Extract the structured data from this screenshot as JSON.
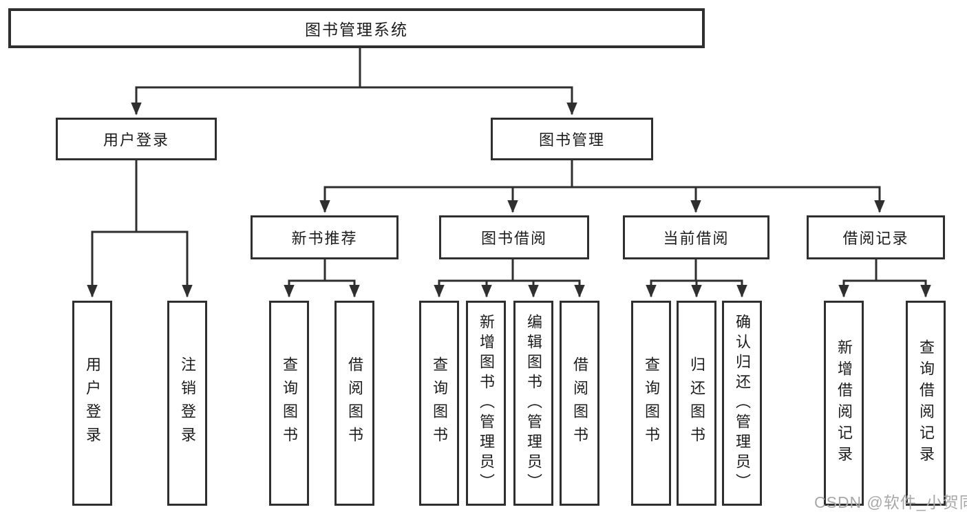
{
  "diagram": {
    "root": {
      "label": "图书管理系统"
    },
    "level2": [
      {
        "label": "用户登录",
        "children": [
          {
            "label": "用户登录"
          },
          {
            "label": "注销登录"
          }
        ]
      },
      {
        "label": "图书管理",
        "children": [
          {
            "label": "新书推荐",
            "children": [
              {
                "label": "查询图书"
              },
              {
                "label": "借阅图书"
              }
            ]
          },
          {
            "label": "图书借阅",
            "children": [
              {
                "label": "查询图书"
              },
              {
                "label": "新增图书（管理员）"
              },
              {
                "label": "编辑图书（管理员）"
              },
              {
                "label": "借阅图书"
              }
            ]
          },
          {
            "label": "当前借阅",
            "children": [
              {
                "label": "查询图书"
              },
              {
                "label": "归还图书"
              },
              {
                "label": "确认归还（管理员）"
              }
            ]
          },
          {
            "label": "借阅记录",
            "children": [
              {
                "label": "新增借阅记录"
              },
              {
                "label": "查询借阅记录"
              }
            ]
          }
        ]
      }
    ]
  },
  "watermark": {
    "text": "CSDN @软件_小贺同学"
  },
  "colors": {
    "line": "#2f2f2f",
    "text": "#1c1c1c",
    "watermark": "#a8a8a8",
    "background": "#ffffff"
  }
}
